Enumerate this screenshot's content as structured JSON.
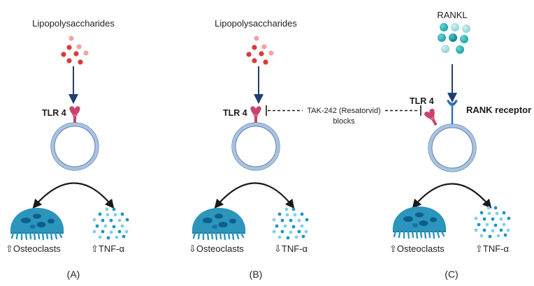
{
  "panels": [
    {
      "id": "A",
      "ligand_label": "Lipopolysaccharides",
      "receptor_label": "TLR 4",
      "osteoclasts_label": "⇧Osteoclasts",
      "cytokine_label": "⇧TNF-α",
      "caption": "(A)"
    },
    {
      "id": "B",
      "ligand_label": "Lipopolysaccharides",
      "receptor_label": "TLR 4",
      "osteoclasts_label": "⇩Osteoclasts",
      "cytokine_label": "⇩TNF-α",
      "caption": "(B)"
    },
    {
      "id": "C",
      "ligand_label": "RANKL",
      "receptor_label": "TLR 4",
      "receptor2_label": "RANK receptor",
      "osteoclasts_label": "⇧Osteoclasts",
      "cytokine_label": "⇧TNF-α",
      "caption": "(C)"
    }
  ],
  "inhibitor": {
    "line1": "TAK-242 (Resatorvid)",
    "line2": "blocks"
  },
  "colors": {
    "lps_light": "#f0a4a0",
    "lps_dark": "#d93a3a",
    "rankl_light": "#8dd6d6",
    "rankl_dark": "#0f8a91",
    "arrow": "#1e3f70",
    "receptor": "#c9446a",
    "rank_receptor": "#2d6fb5",
    "cell_ring": "#9bb7d8",
    "cell_stroke": "#5d7fae",
    "osteoclast": "#2a8fb7",
    "osteoclast_nucleus": "#0d5f89",
    "tnf_dark": "#1f93c9",
    "tnf_light": "#7fd0ea"
  }
}
